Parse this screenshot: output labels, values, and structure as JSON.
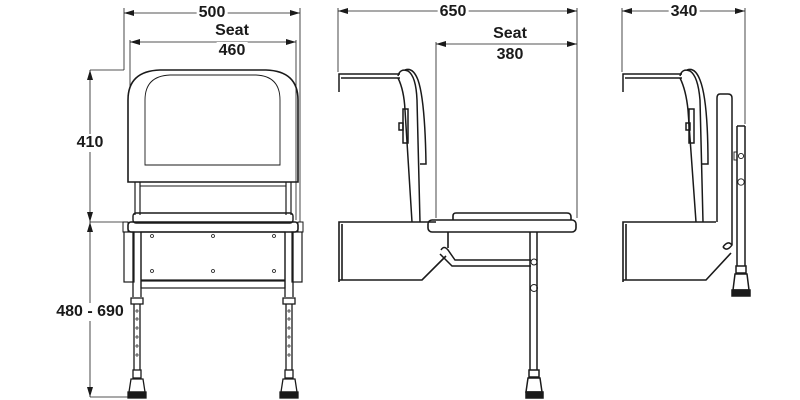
{
  "diagram": {
    "subject": "Folding shower seat with adjustable legs",
    "units": "mm",
    "stroke_color": "#1a1a1a",
    "views": [
      {
        "name": "front-view",
        "dimensions": {
          "overall_width": "500",
          "seat_label": "Seat",
          "seat_width": "460",
          "backrest_height": "410",
          "seat_height_range": "480 - 690"
        }
      },
      {
        "name": "side-view-unfolded",
        "dimensions": {
          "overall_depth": "650",
          "seat_label": "Seat",
          "seat_depth": "380"
        }
      },
      {
        "name": "side-view-folded",
        "dimensions": {
          "folded_depth": "340"
        }
      }
    ]
  }
}
